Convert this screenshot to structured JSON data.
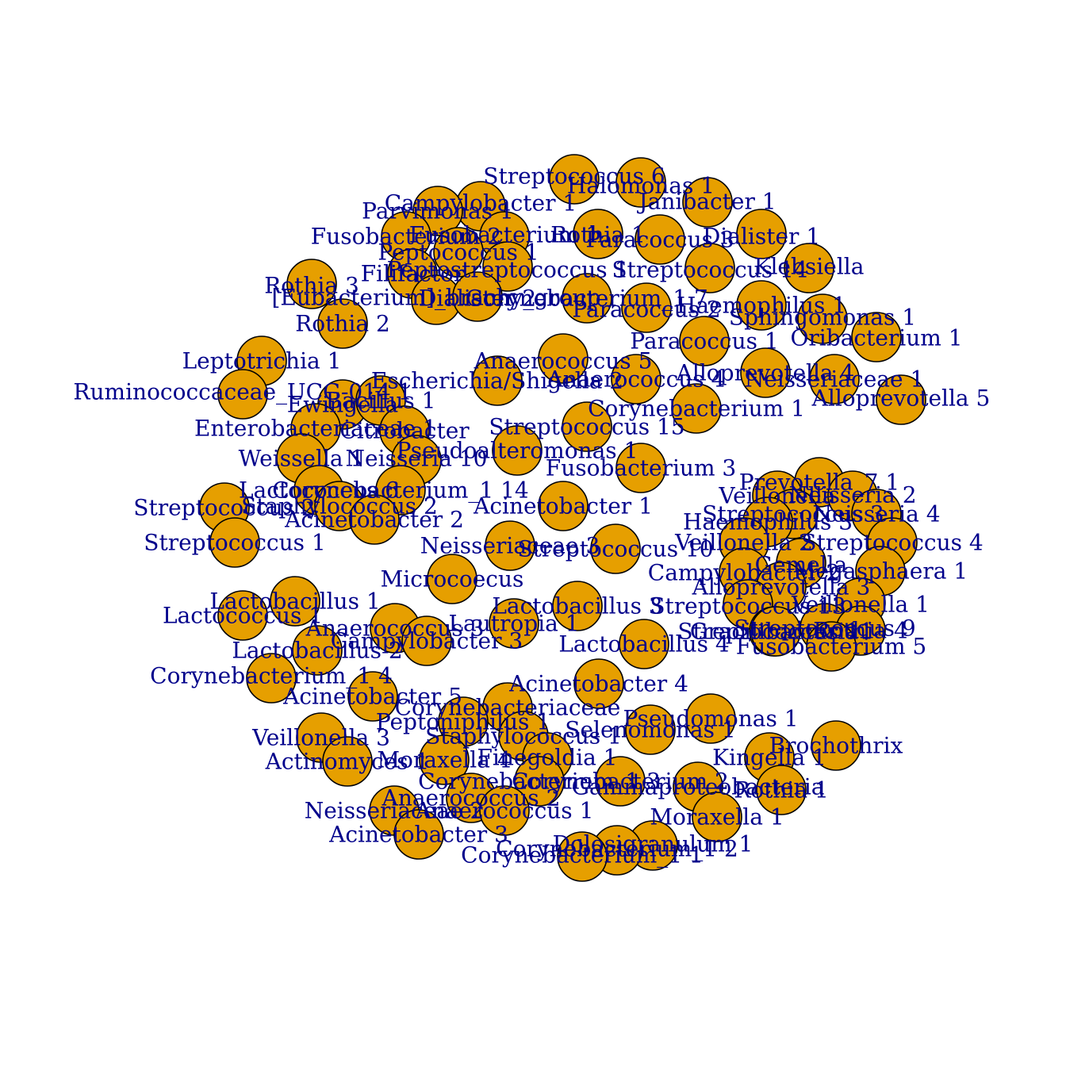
{
  "colors": {
    "node_fill": "#E69F00",
    "node_stroke": "#000000",
    "label": "#00008B",
    "background": "#FFFFFF"
  },
  "nodes": [
    "Streptococcus 6",
    "Halomonas 1",
    "Janibacter 1",
    "Campylobacter 1",
    "Parvimonas 1",
    "Fusobacterium 2",
    "Rothia 1",
    "Paracoccus 3",
    "Dialister 1",
    "Fusobacterium 1",
    "Peptococcus 1",
    "Peptostreptococcus 1",
    "Streptococcus 14",
    "Klebsiella",
    "Filifactor",
    "Rothia 3",
    "[Eubacterium]_brachy_group",
    "Dialister 2",
    "Corynebacterium_1 7",
    "Paracoccus 2",
    "Haemophilus 1",
    "Sphingomonas 1",
    "Oribacterium 1",
    "Rothia 2",
    "Paracoccus 1",
    "Leptotrichia 1",
    "Anaerococcus 5",
    "Alloprevotella 4",
    "Escherichia/Shigella 2",
    "Anaerococcus 4",
    "Neisseriaceae 1",
    "Ruminococcaceae_UCG-014 1",
    "Alloprevotella 5",
    "Ewingella",
    "Bacillus 1",
    "Corynebacterium 1",
    "Enterobacteriaceae 1",
    "Streptococcus 15",
    "Citrobacter",
    "Weissella 1",
    "Pseudoalteromonas 1",
    "Neisseria 10",
    "Fusobacterium 3",
    "Prevotella_7 1",
    "Veillonella",
    "Neisseria 2",
    "Lactococcus 6",
    "Corynebacterium_1 14",
    "Streptococcus 2",
    "Streptococcus 3",
    "Neisseria 4",
    "Staphylococcus 2",
    "Acinetobacter 1",
    "Haemophilus 3",
    "Acinetobacter 2",
    "Veillonella 2",
    "Streptococcus 4",
    "Streptococcus 1",
    "Neisseriaceae 3",
    "Streptococcus 10",
    "Gemella",
    "Megasphaera 1",
    "Campylobacter 2",
    "Alloprevotella 3",
    "Microcoecus",
    "Veillonella 1",
    "Lactobacillus 1",
    "Lactobacillus 3",
    "Streptococcus 13",
    "Lactococcus 1",
    "Lautropia 1",
    "Anaerococcus 3",
    "Streptococcus 9",
    "Rothia 4",
    "Lactobacillus 4",
    "Campylobacter 3",
    "Lactobacillus 2",
    "Gracilibacteria",
    "Streptococcus 11",
    "Fusobacterium 5",
    "Corynebacterium_1 4",
    "Acinetobacter 4",
    "Acinetobacter 5",
    "Corynebacteriaceae",
    "Peptoniphilus 1",
    "Selenomonas 1",
    "Pseudomonas 1",
    "Staphylococcus 1",
    "Brochothrix",
    "Veillonella 3",
    "Kingella 1",
    "Finegoldia 1",
    "Actinomyces 1",
    "Moraxella 4",
    "Corynebacterium_1 3",
    "Corynebacterium 2",
    "Gammaproteobacteria",
    "Rothia 1",
    "Anaerococcus 2",
    "Moraxella 1",
    "Neisseriaceae 2",
    "Anaerococcus 1",
    "Acinetobacter 3",
    "Dolosigranulum 1",
    "Corynebacterium_1 2",
    "Corynebacterium_1 1"
  ]
}
